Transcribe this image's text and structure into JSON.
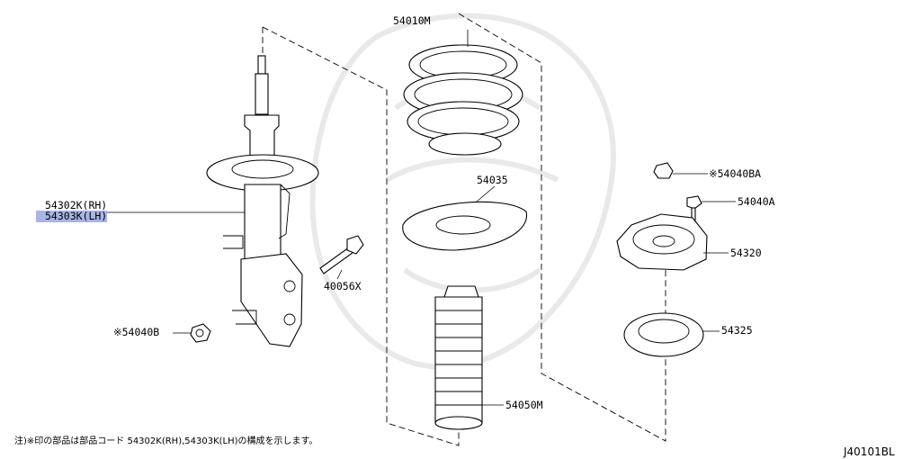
{
  "part_labels": {
    "spring": "54010M",
    "spring_seat": "54035",
    "strut_rh": "54302K(RH)",
    "strut_lh": "54303K(LH)",
    "bolt_40056x": "40056X",
    "nut_54040b": "※54040B",
    "nut_54040ba": "※54040BA",
    "bolt_54040a": "54040A",
    "mount_insulator": "54320",
    "bearing": "54325",
    "bound_bumper": "54050M"
  },
  "footnote": "注)※印の部品は部品コード 54302K(RH),54303K(LH)の構成を示します。",
  "diagram_code": "J40101BL",
  "colors": {
    "highlight": "#a9b5e6",
    "line": "#000000",
    "background": "#ffffff"
  }
}
